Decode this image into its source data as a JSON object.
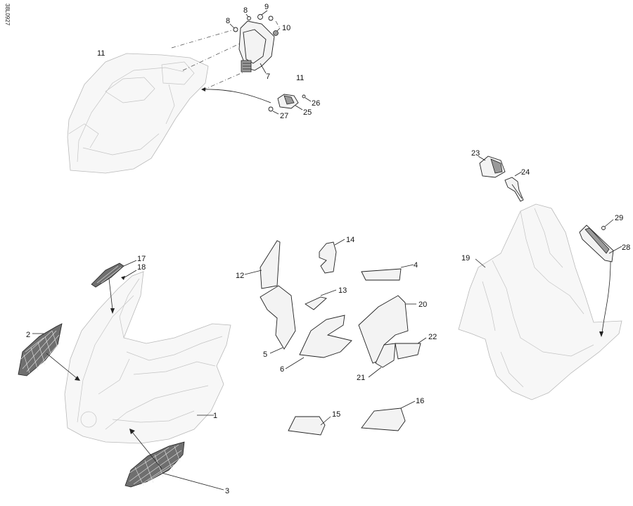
{
  "drawing_code": "38L0927",
  "callouts": {
    "c1": "1",
    "c2": "2",
    "c3": "3",
    "c4": "4",
    "c5": "5",
    "c6": "6",
    "c7": "7",
    "c8a": "8",
    "c8b": "8",
    "c9": "9",
    "c10": "10",
    "c11a": "11",
    "c11b": "11",
    "c12": "12",
    "c13": "13",
    "c14": "14",
    "c15": "15",
    "c16": "16",
    "c17": "17",
    "c18": "18",
    "c19": "19",
    "c20": "20",
    "c21": "21",
    "c22": "22",
    "c23": "23",
    "c24": "24",
    "c25": "25",
    "c26": "26",
    "c27": "27",
    "c28": "28",
    "c29": "29"
  }
}
